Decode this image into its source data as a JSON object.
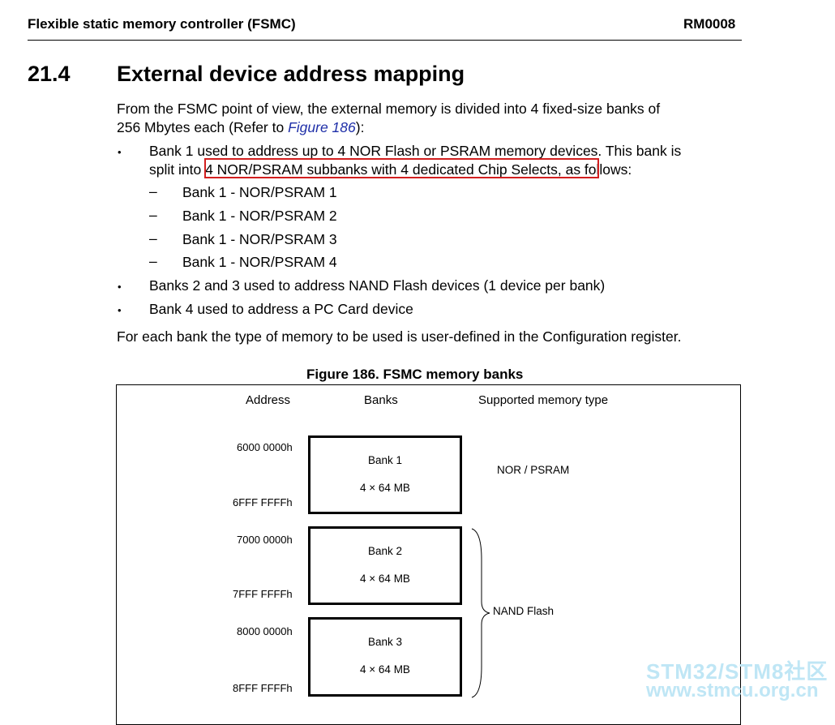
{
  "header": {
    "title": "Flexible static memory controller (FSMC)",
    "doc_id": "RM0008"
  },
  "section": {
    "number": "21.4",
    "title": "External device address mapping"
  },
  "intro": {
    "line1": "From the FSMC point of view, the external memory is divided into 4 fixed-size banks of",
    "line2_pre": "256 Mbytes each (Refer to ",
    "line2_link": "Figure 186",
    "line2_post": "):"
  },
  "bullets": {
    "b1_line1": "Bank 1 used to address up to 4 NOR Flash or PSRAM memory devices. This bank is",
    "b1_line2_pre": "split into",
    "b1_line2_highlight": " 4 NOR/PSRAM subbanks with 4 dedicated Chip Selects,",
    "b1_line2_post": " as follows:",
    "sub": [
      "Bank 1 - NOR/PSRAM 1",
      "Bank 1 - NOR/PSRAM 2",
      "Bank 1 - NOR/PSRAM 3",
      "Bank 1 - NOR/PSRAM 4"
    ],
    "b2": "Banks 2 and 3 used to address NAND Flash devices (1 device per bank)",
    "b3": "Bank 4 used to address a PC Card device",
    "bullet_glyph": "•",
    "dash_glyph": "–"
  },
  "closing": "For each bank the type of memory to be used is user-defined in the Configuration register.",
  "figure": {
    "title": "Figure 186. FSMC memory banks",
    "col_address": "Address",
    "col_banks": "Banks",
    "col_memtype": "Supported memory type",
    "banks": [
      {
        "start": "6000 0000h",
        "end": "6FFF FFFFh",
        "name": "Bank 1",
        "size": "4 × 64 MB"
      },
      {
        "start": "7000 0000h",
        "end": "7FFF FFFFh",
        "name": "Bank 2",
        "size": "4 × 64 MB"
      },
      {
        "start": "8000 0000h",
        "end": "8FFF FFFFh",
        "name": "Bank 3",
        "size": "4 × 64 MB"
      }
    ],
    "memtypes": {
      "nor_psram": "NOR / PSRAM",
      "nand": "NAND Flash"
    }
  },
  "watermark": {
    "line1": "STM32/STM8社区",
    "line2": "www.stmcu.org.cn"
  },
  "colors": {
    "highlight": "#d21f1f",
    "link": "#1f2fa8",
    "watermark": "#bfe6f5"
  }
}
